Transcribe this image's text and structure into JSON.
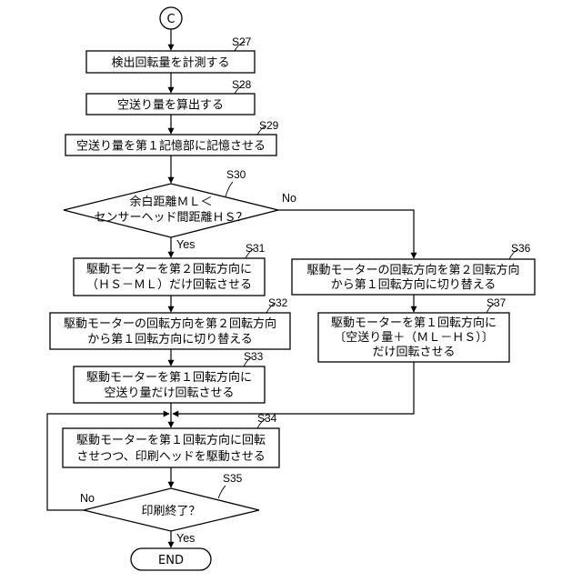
{
  "connector": {
    "label": "C"
  },
  "steps": {
    "s27": {
      "label": "S27",
      "lines": [
        "検出回転量を計測する"
      ]
    },
    "s28": {
      "label": "S28",
      "lines": [
        "空送り量を算出する"
      ]
    },
    "s29": {
      "label": "S29",
      "lines": [
        "空送り量を第１記憶部に記憶させる"
      ]
    },
    "s30": {
      "label": "S30",
      "lines": [
        "余白距離ＭＬ＜",
        "センサーヘッド間距離ＨＳ？"
      ]
    },
    "s31": {
      "label": "S31",
      "lines": [
        "駆動モーターを第２回転方向に",
        "（ＨＳ－ＭＬ）だけ回転させる"
      ]
    },
    "s32": {
      "label": "S32",
      "lines": [
        "駆動モーターの回転方向を第２回転方向",
        "から第１回転方向に切り替える"
      ]
    },
    "s33": {
      "label": "S33",
      "lines": [
        "駆動モーターを第１回転方向に",
        "空送り量だけ回転させる"
      ]
    },
    "s34": {
      "label": "S34",
      "lines": [
        "駆動モーターを第１回転方向に回転",
        "させつつ、印刷ヘッドを駆動させる"
      ]
    },
    "s35": {
      "label": "S35",
      "lines": [
        "印刷終了？"
      ]
    },
    "s36": {
      "label": "S36",
      "lines": [
        "駆動モーターの回転方向を第２回転方向",
        "から第１回転方向に切り替える"
      ]
    },
    "s37": {
      "label": "S37",
      "lines": [
        "駆動モーターを第１回転方向に",
        "〔空送り量＋（ＭＬ－ＨＳ）〕",
        "だけ回転させる"
      ]
    }
  },
  "branches": {
    "s30_yes": "Yes",
    "s30_no": "No",
    "s35_yes": "Yes",
    "s35_no": "No"
  },
  "end": {
    "label": "END"
  }
}
